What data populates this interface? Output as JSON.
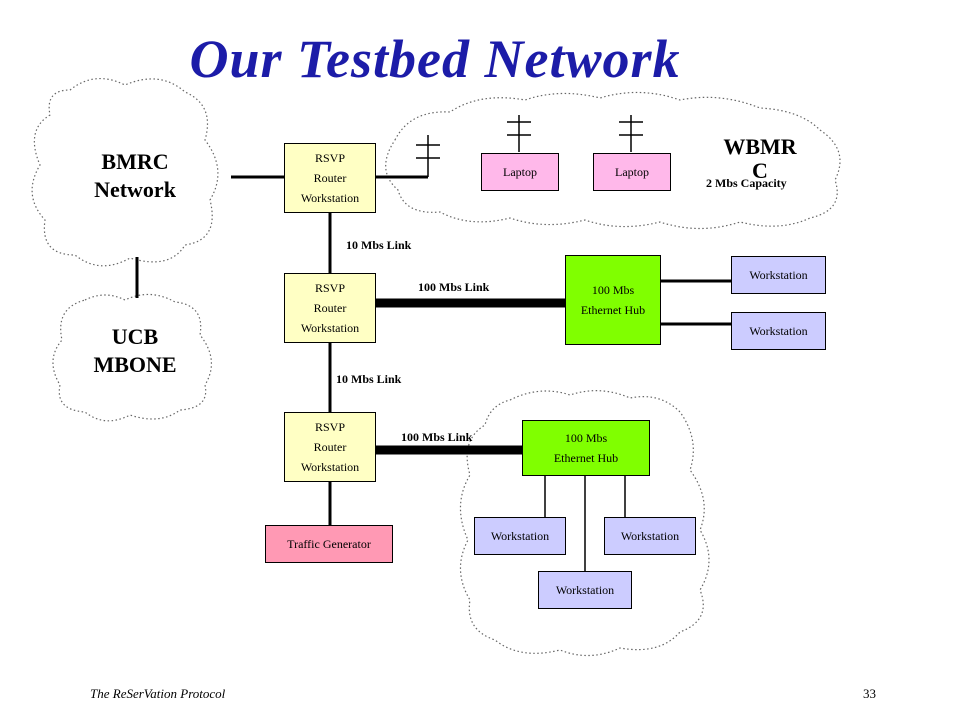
{
  "title": "Our Testbed Network",
  "clouds": {
    "bmrc": [
      "BMRC",
      "Network"
    ],
    "ucb": [
      "UCB",
      "MBONE"
    ],
    "wbmrc": [
      "WBMR",
      "C"
    ],
    "wbmrc_capacity": "2 Mbs Capacity"
  },
  "routers": [
    [
      "RSVP",
      "Router",
      "Workstation"
    ],
    [
      "RSVP",
      "Router",
      "Workstation"
    ],
    [
      "RSVP",
      "Router",
      "Workstation"
    ]
  ],
  "hubs": [
    [
      "100 Mbs",
      "Ethernet Hub"
    ],
    [
      "100 Mbs",
      "Ethernet Hub"
    ]
  ],
  "laptops": [
    "Laptop",
    "Laptop"
  ],
  "workstations": [
    "Workstation",
    "Workstation",
    "Workstation",
    "Workstation",
    "Workstation"
  ],
  "traffic_generator": "Traffic Generator",
  "links": {
    "r1_r2": "10 Mbs Link",
    "r2_r3": "10 Mbs Link",
    "r2_hub": "100 Mbs Link",
    "r3_hub": "100 Mbs Link"
  },
  "footer": {
    "left": "The ReSerVation Protocol",
    "page": "33"
  }
}
